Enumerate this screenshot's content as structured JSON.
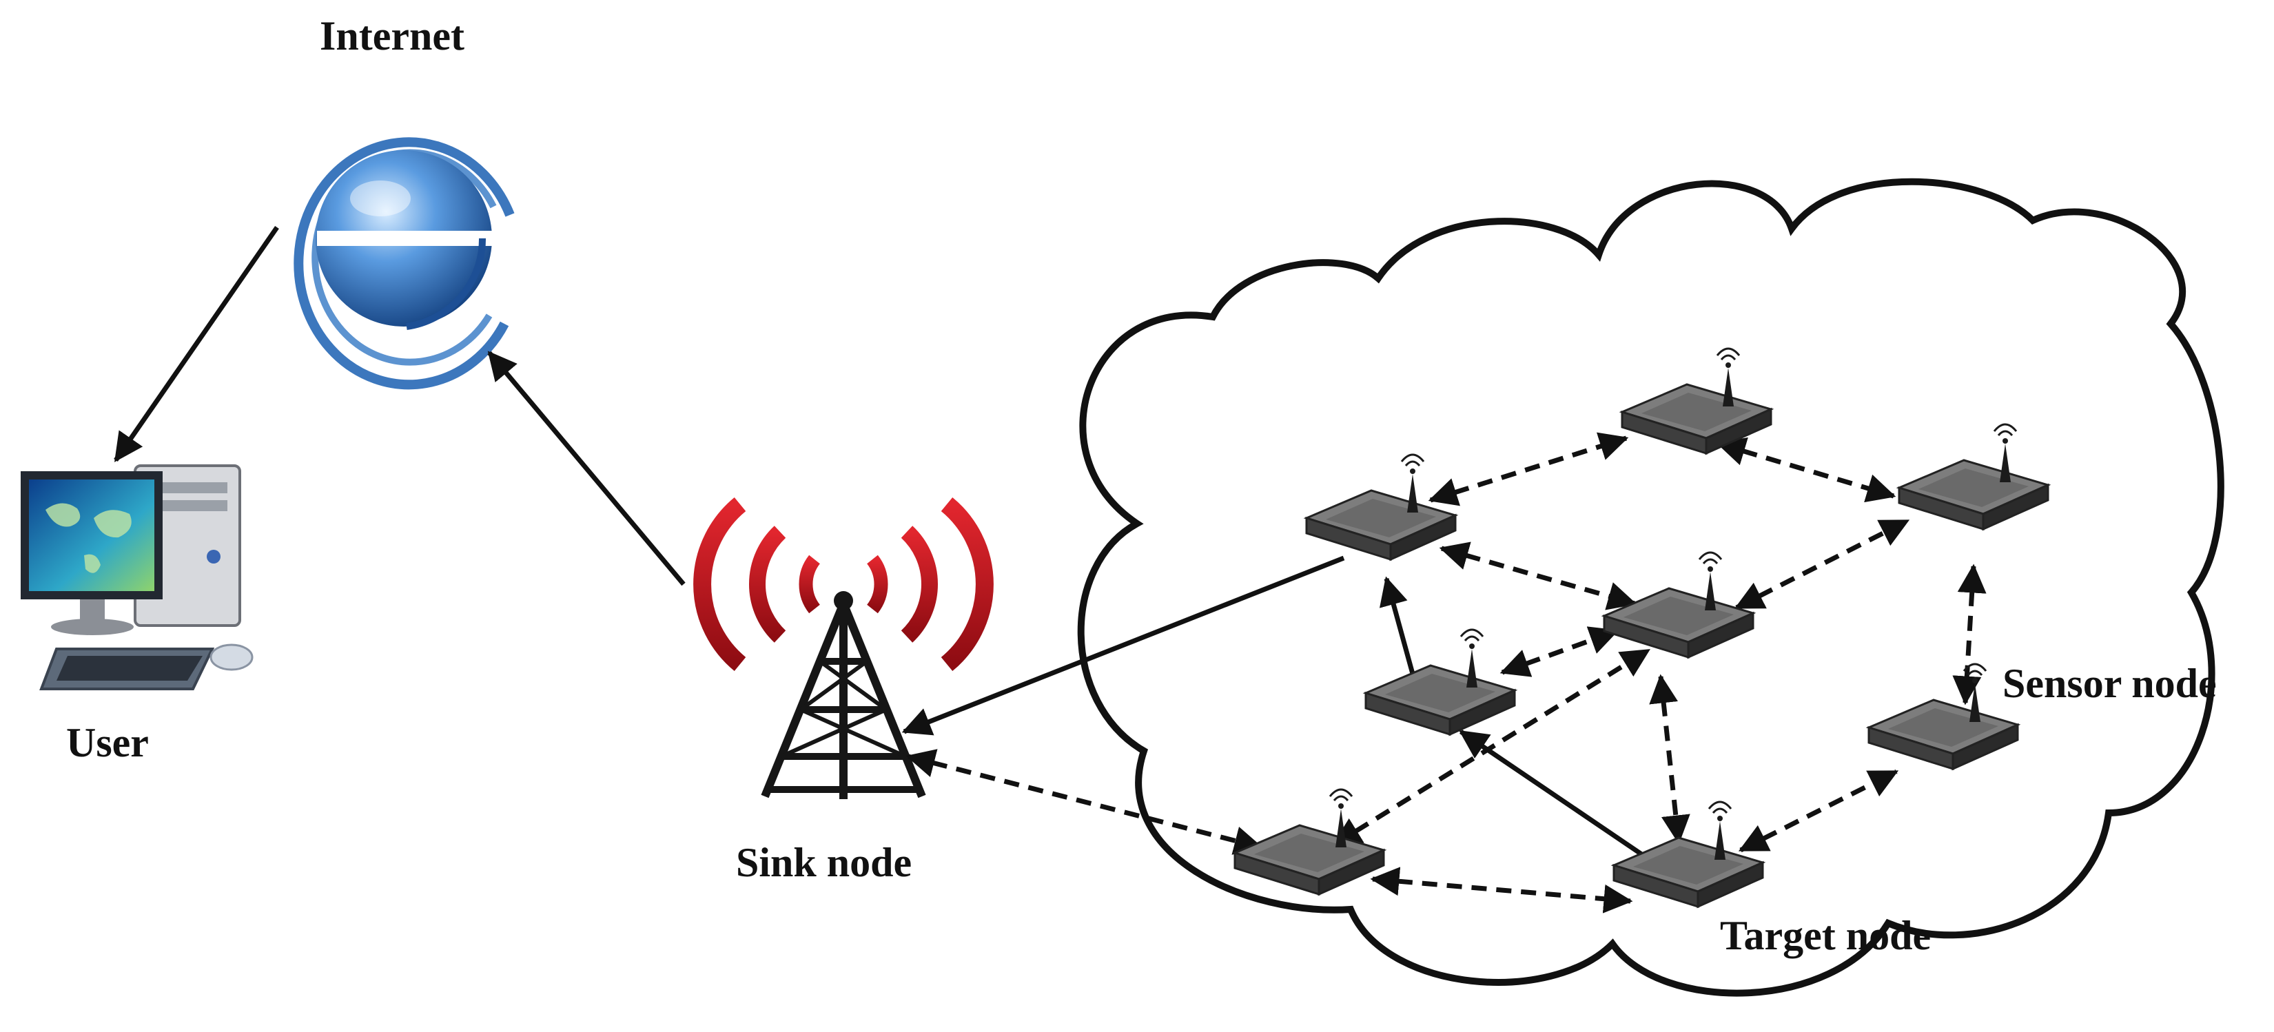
{
  "labels": {
    "internet": "Internet",
    "user": "User",
    "sink": "Sink node",
    "sensor": "Sensor node",
    "target": "Target node"
  },
  "icons": {
    "internet": "internet-globe-icon",
    "user": "desktop-computer-icon",
    "sink": "radio-tower-icon",
    "sensor": "sensor-node-icon"
  },
  "colors": {
    "line": "#111111",
    "tower_signal": "#c0141c",
    "globe": "#2f6fb6",
    "node_body": "#5a5a5a"
  }
}
